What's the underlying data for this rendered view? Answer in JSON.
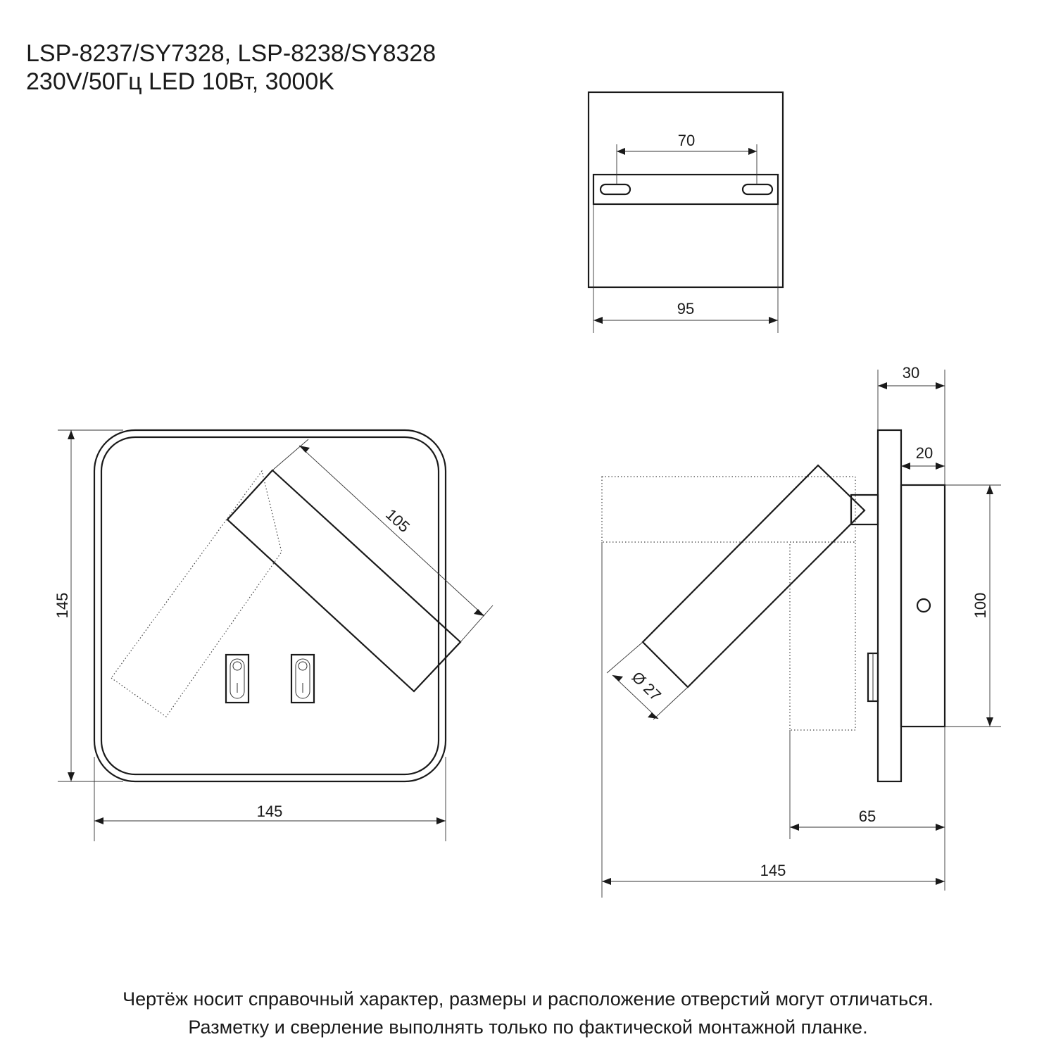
{
  "header": {
    "model_line": "LSP-8237/SY7328, LSP-8238/SY8328",
    "spec_line": "230V/50Гц  LED 10Вт, 3000K"
  },
  "top_view": {
    "dim_width": "95",
    "dim_holes": "70"
  },
  "front_view": {
    "dim_height": "145",
    "dim_width": "145",
    "dim_arm_length": "105"
  },
  "side_view": {
    "dim_plate_depth": "30",
    "dim_housing_depth": "20",
    "dim_housing_height": "100",
    "dim_diameter": "Ø 27",
    "dim_offset": "65",
    "dim_total": "145"
  },
  "footer": {
    "line1": "Чертёж носит справочный характер, размеры и расположение отверстий могут отличаться.",
    "line2": "Разметку и сверление выполнять только по фактической монтажной планке."
  }
}
